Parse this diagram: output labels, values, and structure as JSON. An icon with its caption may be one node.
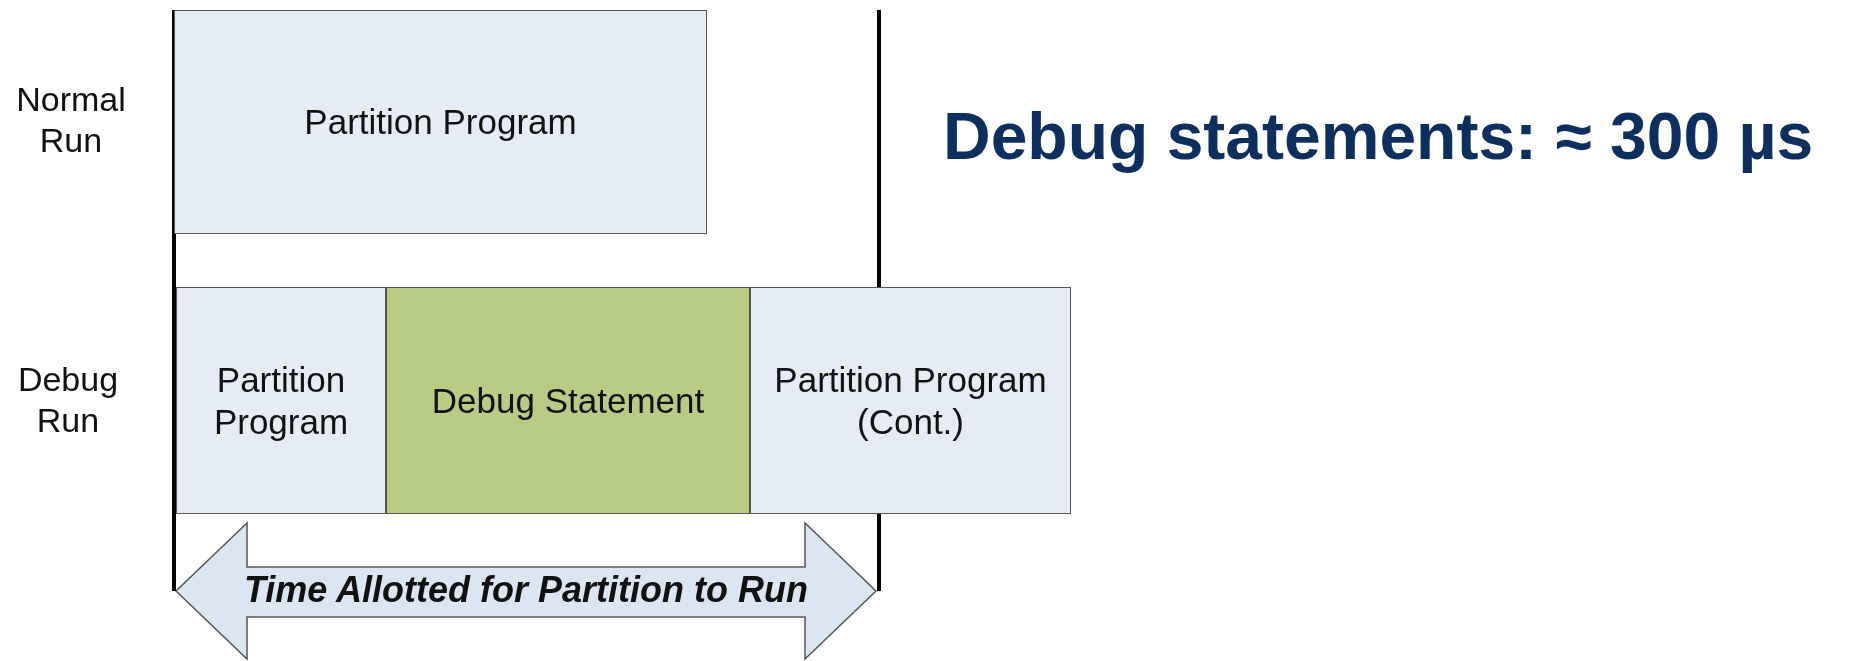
{
  "diagram": {
    "title": "Debug statements: ≈ 300 µs",
    "nodes": [
      {
        "text": [
          "Partition Program"
        ]
      },
      {
        "text": [
          "Partition Program"
        ]
      },
      {
        "text": [
          "Debug Statement"
        ]
      },
      {
        "text": [
          "Partition Program (Cont.)"
        ]
      },
      {
        "text": [
          "Time Allotted for Partition to Run"
        ]
      }
    ],
    "labels": [
      "Normal Run",
      "Debug Run"
    ]
  }
}
